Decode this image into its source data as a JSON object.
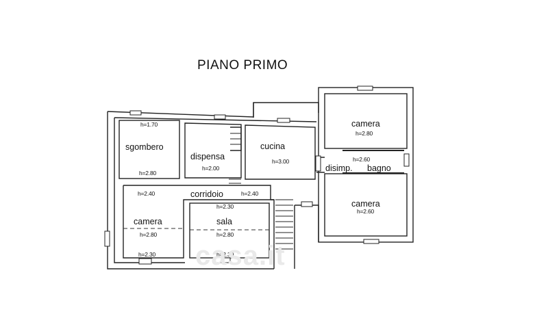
{
  "title": "PIANO PRIMO",
  "watermark": "casa.it",
  "rooms": {
    "sgombero": {
      "name": "sgombero",
      "height_top": "h=1.70",
      "height": "h=2.80"
    },
    "dispensa": {
      "name": "dispensa",
      "height": "h=2.00"
    },
    "cucina": {
      "name": "cucina",
      "height": "h=3.00"
    },
    "camera_ne": {
      "name": "camera",
      "height": "h=2.80"
    },
    "disimpegno": {
      "name": "disimp.",
      "height": "h=2.60"
    },
    "bagno": {
      "name": "bagno"
    },
    "camera_se": {
      "name": "camera",
      "height": "h=2.60"
    },
    "corridoio": {
      "name": "corridoio",
      "height_left": "h=2.40",
      "height_right": "h=2.40",
      "height_bottom": "h=2.30"
    },
    "camera_sw": {
      "name": "camera",
      "height": "h=2.80",
      "height_bottom": "h=2.30"
    },
    "sala": {
      "name": "sala",
      "height": "h=2.80",
      "height_bottom": "h=2.30"
    }
  },
  "colors": {
    "wall": "#222222",
    "background": "#ffffff",
    "watermark": "#e9e9e9"
  }
}
